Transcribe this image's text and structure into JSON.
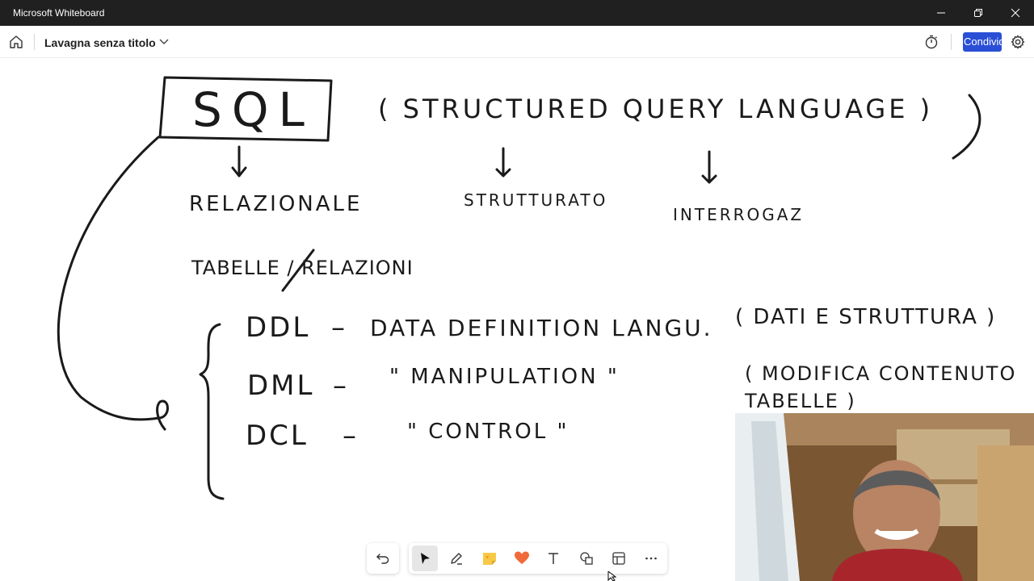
{
  "window": {
    "title": "Microsoft Whiteboard",
    "controls": [
      "minimize-icon",
      "restore-icon",
      "close-icon"
    ]
  },
  "header": {
    "board_title": "Lavagna senza titolo",
    "share_label": "Condividi",
    "accent_color": "#2a4fd6",
    "icons": [
      "home-icon",
      "chevron-down-icon",
      "timer-icon",
      "gear-icon"
    ]
  },
  "whiteboard": {
    "heading": "SQL",
    "expansion": "( STRUCTURED QUERY LANGUAGE )",
    "notes": [
      "RELAZIONALE",
      "STRUTTURATO",
      "INTERROGAZ",
      "TABELLE / RELAZIONI"
    ],
    "rows": [
      {
        "acronym": "DDL",
        "dash": "–",
        "meaning": "DATA DEFINITION LANGU.",
        "note": "( DATI E STRUTTURA )"
      },
      {
        "acronym": "DML",
        "dash": "–",
        "meaning": "\"  MANIPULATION  \"",
        "note": "( MODIFICA CONTENUTO TABELLE )"
      },
      {
        "acronym": "DCL",
        "dash": "–",
        "meaning": "\"  CONTROL  \"",
        "note": ""
      }
    ]
  },
  "toolbar": {
    "tools": [
      "undo-icon",
      "select-arrow-icon",
      "pen-icon",
      "sticky-note-icon",
      "reaction-heart-icon",
      "text-icon",
      "shapes-icon",
      "templates-icon",
      "more-icon"
    ],
    "selected": "select-arrow-icon"
  }
}
